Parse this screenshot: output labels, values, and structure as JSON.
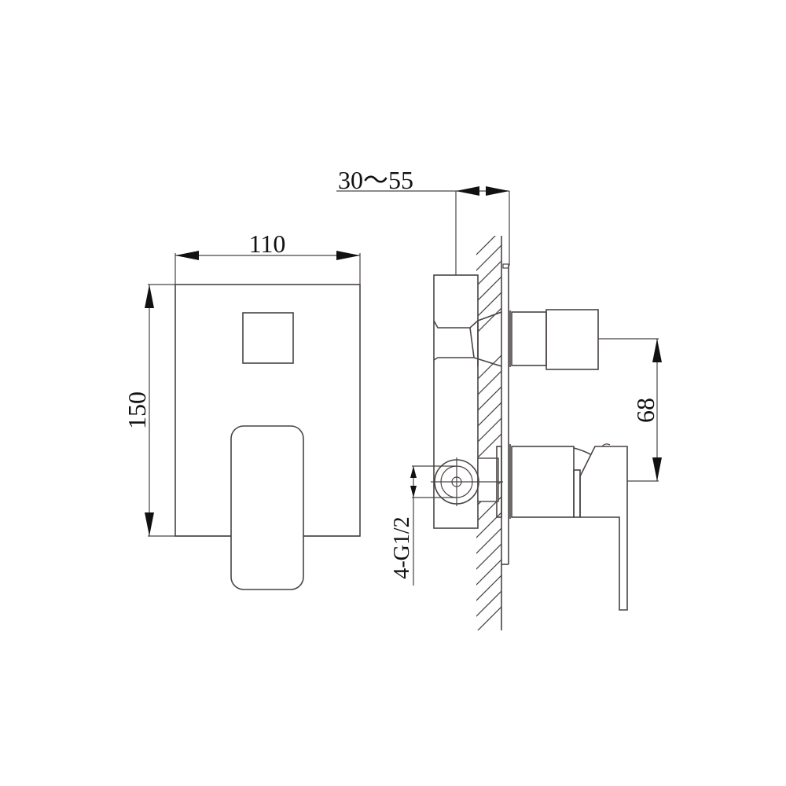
{
  "drawing": {
    "type": "technical-drawing",
    "subject": "concealed shower mixer with diverter",
    "line_color": "#4a4444",
    "front_view": {
      "width_label": "110",
      "height_label": "150"
    },
    "side_view": {
      "wall_depth_label": "30～55",
      "outlet_spacing_label": "68",
      "thread_label": "4-G1/2"
    }
  }
}
